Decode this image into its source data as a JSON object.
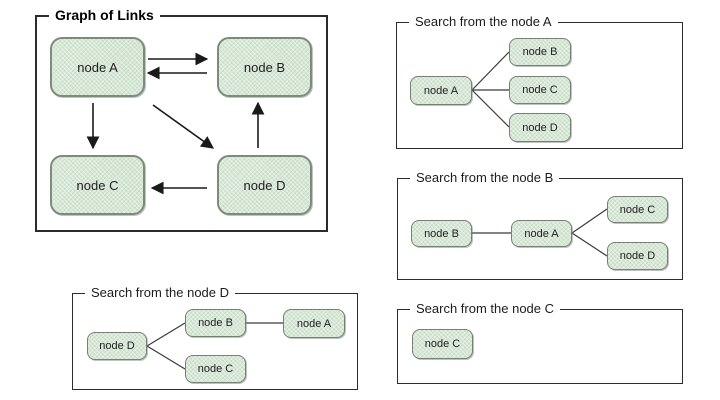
{
  "colors": {
    "node_fill": "#d8e8d7",
    "node_border": "#7d8b7d",
    "frame_border": "#2b2b2b",
    "title_text": "#1c1c1c",
    "node_text": "#1f1f1f",
    "connector_line": "#3a3a3a",
    "arrow": "#1a1a1a"
  },
  "panels": {
    "graph": {
      "title": "Graph of Links",
      "nodes": {
        "a": "node A",
        "b": "node B",
        "c": "node C",
        "d": "node D"
      },
      "edges": [
        {
          "from": "node A",
          "to": "node B",
          "directed": true
        },
        {
          "from": "node B",
          "to": "node A",
          "directed": true
        },
        {
          "from": "node A",
          "to": "node C",
          "directed": true
        },
        {
          "from": "node A",
          "to": "node D",
          "directed": true
        },
        {
          "from": "node D",
          "to": "node B",
          "directed": true
        },
        {
          "from": "node D",
          "to": "node C",
          "directed": true
        }
      ]
    },
    "search_a": {
      "title": "Search from the node A",
      "nodes": {
        "root": "node A",
        "b": "node B",
        "c": "node C",
        "d": "node D"
      },
      "edges": [
        {
          "from": "node A",
          "to": "node B"
        },
        {
          "from": "node A",
          "to": "node C"
        },
        {
          "from": "node A",
          "to": "node D"
        }
      ]
    },
    "search_b": {
      "title": "Search from the node B",
      "nodes": {
        "root": "node B",
        "a": "node A",
        "c": "node C",
        "d": "node D"
      },
      "edges": [
        {
          "from": "node B",
          "to": "node A"
        },
        {
          "from": "node A",
          "to": "node C"
        },
        {
          "from": "node A",
          "to": "node D"
        }
      ]
    },
    "search_d": {
      "title": "Search from the node D",
      "nodes": {
        "root": "node D",
        "b": "node B",
        "c": "node C",
        "a": "node A"
      },
      "edges": [
        {
          "from": "node D",
          "to": "node B"
        },
        {
          "from": "node D",
          "to": "node C"
        },
        {
          "from": "node B",
          "to": "node A"
        }
      ]
    },
    "search_c": {
      "title": "Search from the node C",
      "nodes": {
        "root": "node C"
      },
      "edges": []
    }
  }
}
